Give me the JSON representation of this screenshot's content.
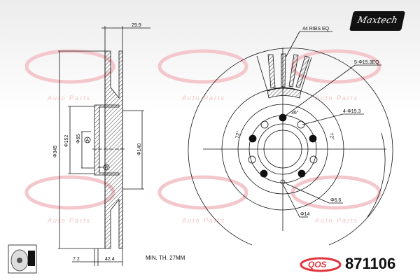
{
  "brand": {
    "name": "Maxtech",
    "watermark_logo": "QOS",
    "watermark_text": "Auto Parts",
    "accent": "#e0343c"
  },
  "part_number": "871106",
  "min_thickness": "MIN. TH. 27MM",
  "section_view": {
    "dims": {
      "width_top": "29.9",
      "outer_dia": "Φ345",
      "hat_dia": "Φ152",
      "bore_dia": "Φ65",
      "inner_dia": "Φ140",
      "offset": "7.2",
      "height": "42.4"
    },
    "datum_a": "A",
    "datum_b": "B"
  },
  "front_view": {
    "ribs": "44 RIBS EQ",
    "holes_5": "5-Φ15.3EQ",
    "holes_4": "4-Φ15.3",
    "angle_36": "36°",
    "angle_72_left": "72°",
    "angle_72_right": "72°",
    "small_hole": "Φ6.6",
    "counterbore": "Φ14"
  }
}
